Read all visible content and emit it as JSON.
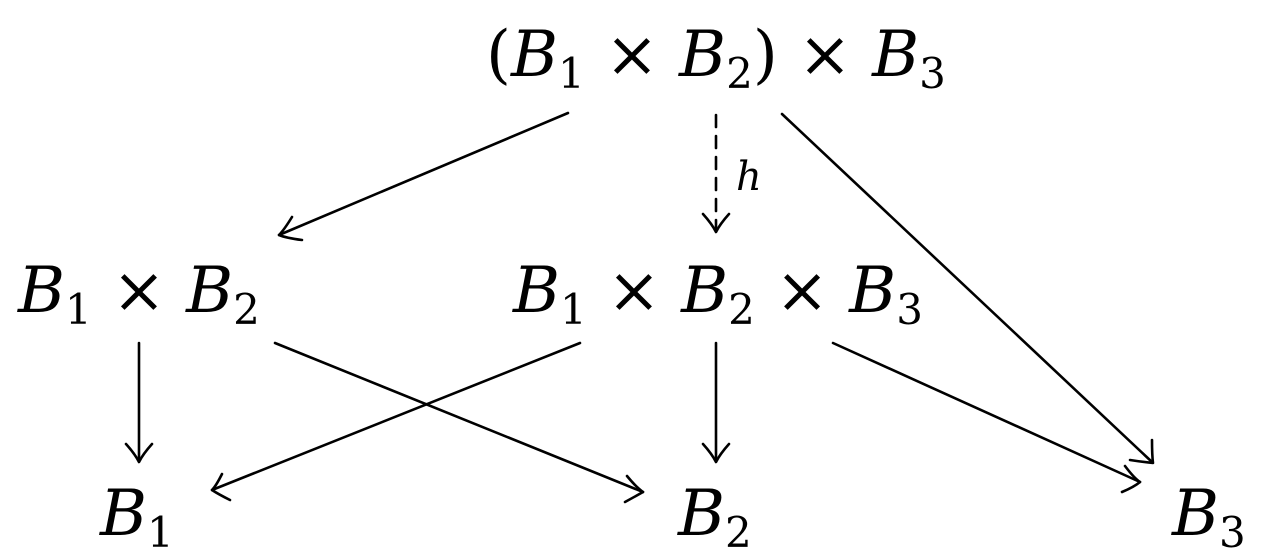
{
  "diagram": {
    "nodes": {
      "top": {
        "open_paren": "(",
        "b1": "B",
        "b1_sub": "1",
        "times1": " × ",
        "b2": "B",
        "b2_sub": "2",
        "close_paren": ")",
        "times2": " × ",
        "b3": "B",
        "b3_sub": "3"
      },
      "pair": {
        "b1": "B",
        "b1_sub": "1",
        "times": " × ",
        "b2": "B",
        "b2_sub": "2"
      },
      "triple": {
        "b1": "B",
        "b1_sub": "1",
        "times1": " × ",
        "b2": "B",
        "b2_sub": "2",
        "times2": " × ",
        "b3": "B",
        "b3_sub": "3"
      },
      "b1": {
        "b": "B",
        "sub": "1"
      },
      "b2": {
        "b": "B",
        "sub": "2"
      },
      "b3": {
        "b": "B",
        "sub": "3"
      }
    },
    "arrows": {
      "h_label": "h"
    },
    "colors": {
      "ink": "#000000",
      "background": "#ffffff"
    }
  }
}
